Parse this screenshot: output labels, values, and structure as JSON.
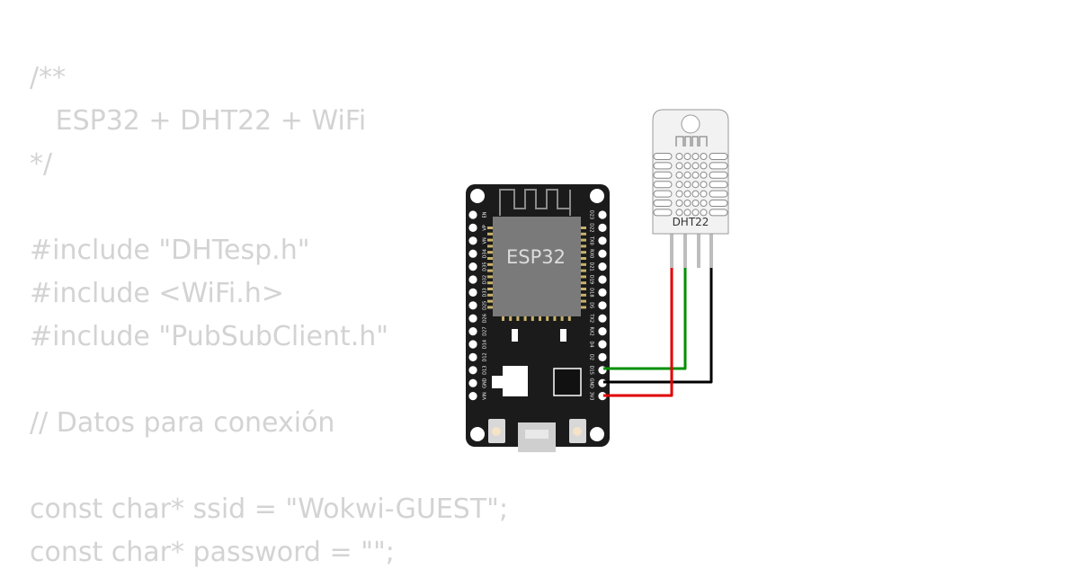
{
  "code_lines": [
    "/**",
    "   ESP32 + DHT22 + WiFi",
    "*/",
    "",
    "#include \"DHTesp.h\"",
    "#include <WiFi.h>",
    "#include \"PubSubClient.h\"",
    "",
    "// Datos para conexión",
    "",
    "const char* ssid = \"Wokwi-GUEST\";",
    "const char* password = \"\";"
  ],
  "board": {
    "chip_label": "ESP32",
    "left_pins": [
      "EN",
      "VP",
      "VN",
      "D34",
      "D35",
      "D32",
      "D33",
      "D25",
      "D26",
      "D27",
      "D14",
      "D12",
      "D13",
      "GND",
      "VIN"
    ],
    "right_pins": [
      "D23",
      "D22",
      "TX0",
      "RX0",
      "D21",
      "D19",
      "D18",
      "D5",
      "TX2",
      "RX2",
      "D4",
      "D2",
      "D15",
      "GND",
      "3V3"
    ]
  },
  "sensor": {
    "label": "DHT22"
  },
  "colors": {
    "board": "#1b1b1b",
    "chip": "#7a7a7a",
    "code_text": "#d3d3d3",
    "wire_vcc": "#e00000",
    "wire_data": "#008f00",
    "wire_gnd": "#000000"
  }
}
